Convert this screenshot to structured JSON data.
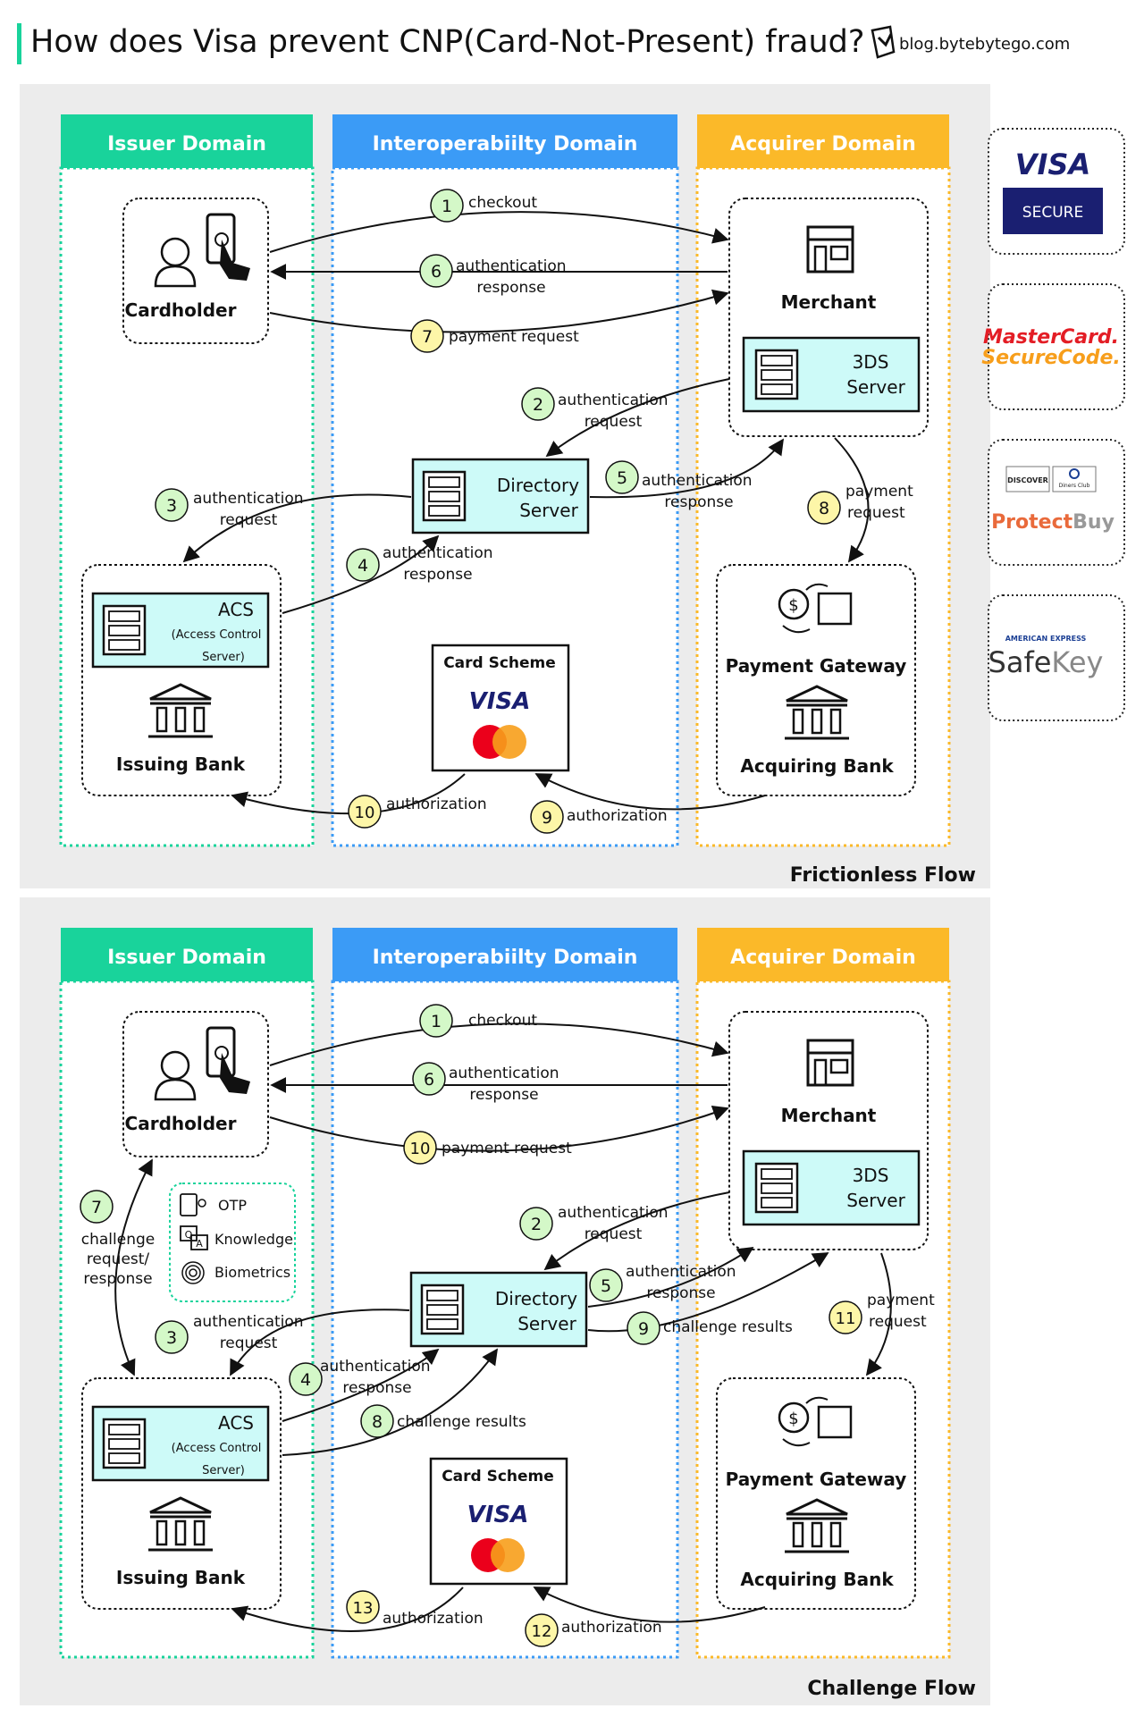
{
  "header": {
    "title": "How does Visa prevent CNP(Card-Not-Present) fraud?",
    "brand": "blog.bytebytego.com"
  },
  "colors": {
    "issuer": "#19d39b",
    "interop": "#3b9bf6",
    "acquirer": "#fbb929",
    "server_fill": "#cdfaf8",
    "step_fill": "#d4f8c8",
    "step_fill_alt": "#fdf6a8",
    "panel_bg": "#ececec",
    "visa_blue": "#1a1f71"
  },
  "domains": {
    "issuer": "Issuer Domain",
    "interop": "Interoperabiilty Domain",
    "acquirer": "Acquirer Domain"
  },
  "entities": {
    "cardholder": "Cardholder",
    "merchant": "Merchant",
    "server_3ds": [
      "3DS",
      "Server"
    ],
    "directory": [
      "Directory",
      "Server"
    ],
    "acs": [
      "ACS",
      "(Access Control",
      "Server)"
    ],
    "issuing_bank": "Issuing Bank",
    "payment_gateway": "Payment Gateway",
    "acquiring_bank": "Acquiring Bank",
    "card_scheme": "Card Scheme",
    "visa": "VISA"
  },
  "frictionless": {
    "name": "Frictionless Flow",
    "steps": [
      {
        "n": "1",
        "label": [
          "checkout"
        ]
      },
      {
        "n": "2",
        "label": [
          "authentication",
          "request"
        ]
      },
      {
        "n": "3",
        "label": [
          "authentication",
          "request"
        ]
      },
      {
        "n": "4",
        "label": [
          "authentication",
          "response"
        ]
      },
      {
        "n": "5",
        "label": [
          "authentication",
          "response"
        ]
      },
      {
        "n": "6",
        "label": [
          "authentication",
          "response"
        ]
      },
      {
        "n": "7",
        "label": [
          "payment request"
        ]
      },
      {
        "n": "8",
        "label": [
          "payment",
          "request"
        ]
      },
      {
        "n": "9",
        "label": [
          "authorization"
        ]
      },
      {
        "n": "10",
        "label": [
          "authorization"
        ]
      }
    ]
  },
  "challenge": {
    "name": "Challenge Flow",
    "steps": [
      {
        "n": "1",
        "label": [
          "checkout"
        ]
      },
      {
        "n": "2",
        "label": [
          "authentication",
          "request"
        ]
      },
      {
        "n": "3",
        "label": [
          "authentication",
          "request"
        ]
      },
      {
        "n": "4",
        "label": [
          "authentication",
          "response"
        ]
      },
      {
        "n": "5",
        "label": [
          "authentication",
          "response"
        ]
      },
      {
        "n": "6",
        "label": [
          "authentication",
          "response"
        ]
      },
      {
        "n": "7",
        "label": [
          "challenge",
          "request/",
          "response"
        ]
      },
      {
        "n": "8",
        "label": [
          "challenge results"
        ]
      },
      {
        "n": "9",
        "label": [
          "challenge results"
        ]
      },
      {
        "n": "10",
        "label": [
          "payment request"
        ]
      },
      {
        "n": "11",
        "label": [
          "payment",
          "request"
        ]
      },
      {
        "n": "12",
        "label": [
          "authorization"
        ]
      },
      {
        "n": "13",
        "label": [
          "authorization"
        ]
      }
    ],
    "methods": [
      "OTP",
      "Knowledge",
      "Biometrics"
    ]
  },
  "programs": {
    "visa": {
      "name": "VISA",
      "tag": "SECURE"
    },
    "mastercard": {
      "line1": "MasterCard.",
      "line2": "SecureCode."
    },
    "discover": {
      "logo1": "DISCOVER",
      "logo2": "Diners Club",
      "line1": "Protect",
      "line2": "Buy"
    },
    "amex": {
      "top": "AMERICAN EXPRESS",
      "line1": "Safe",
      "line2": "Key"
    }
  }
}
